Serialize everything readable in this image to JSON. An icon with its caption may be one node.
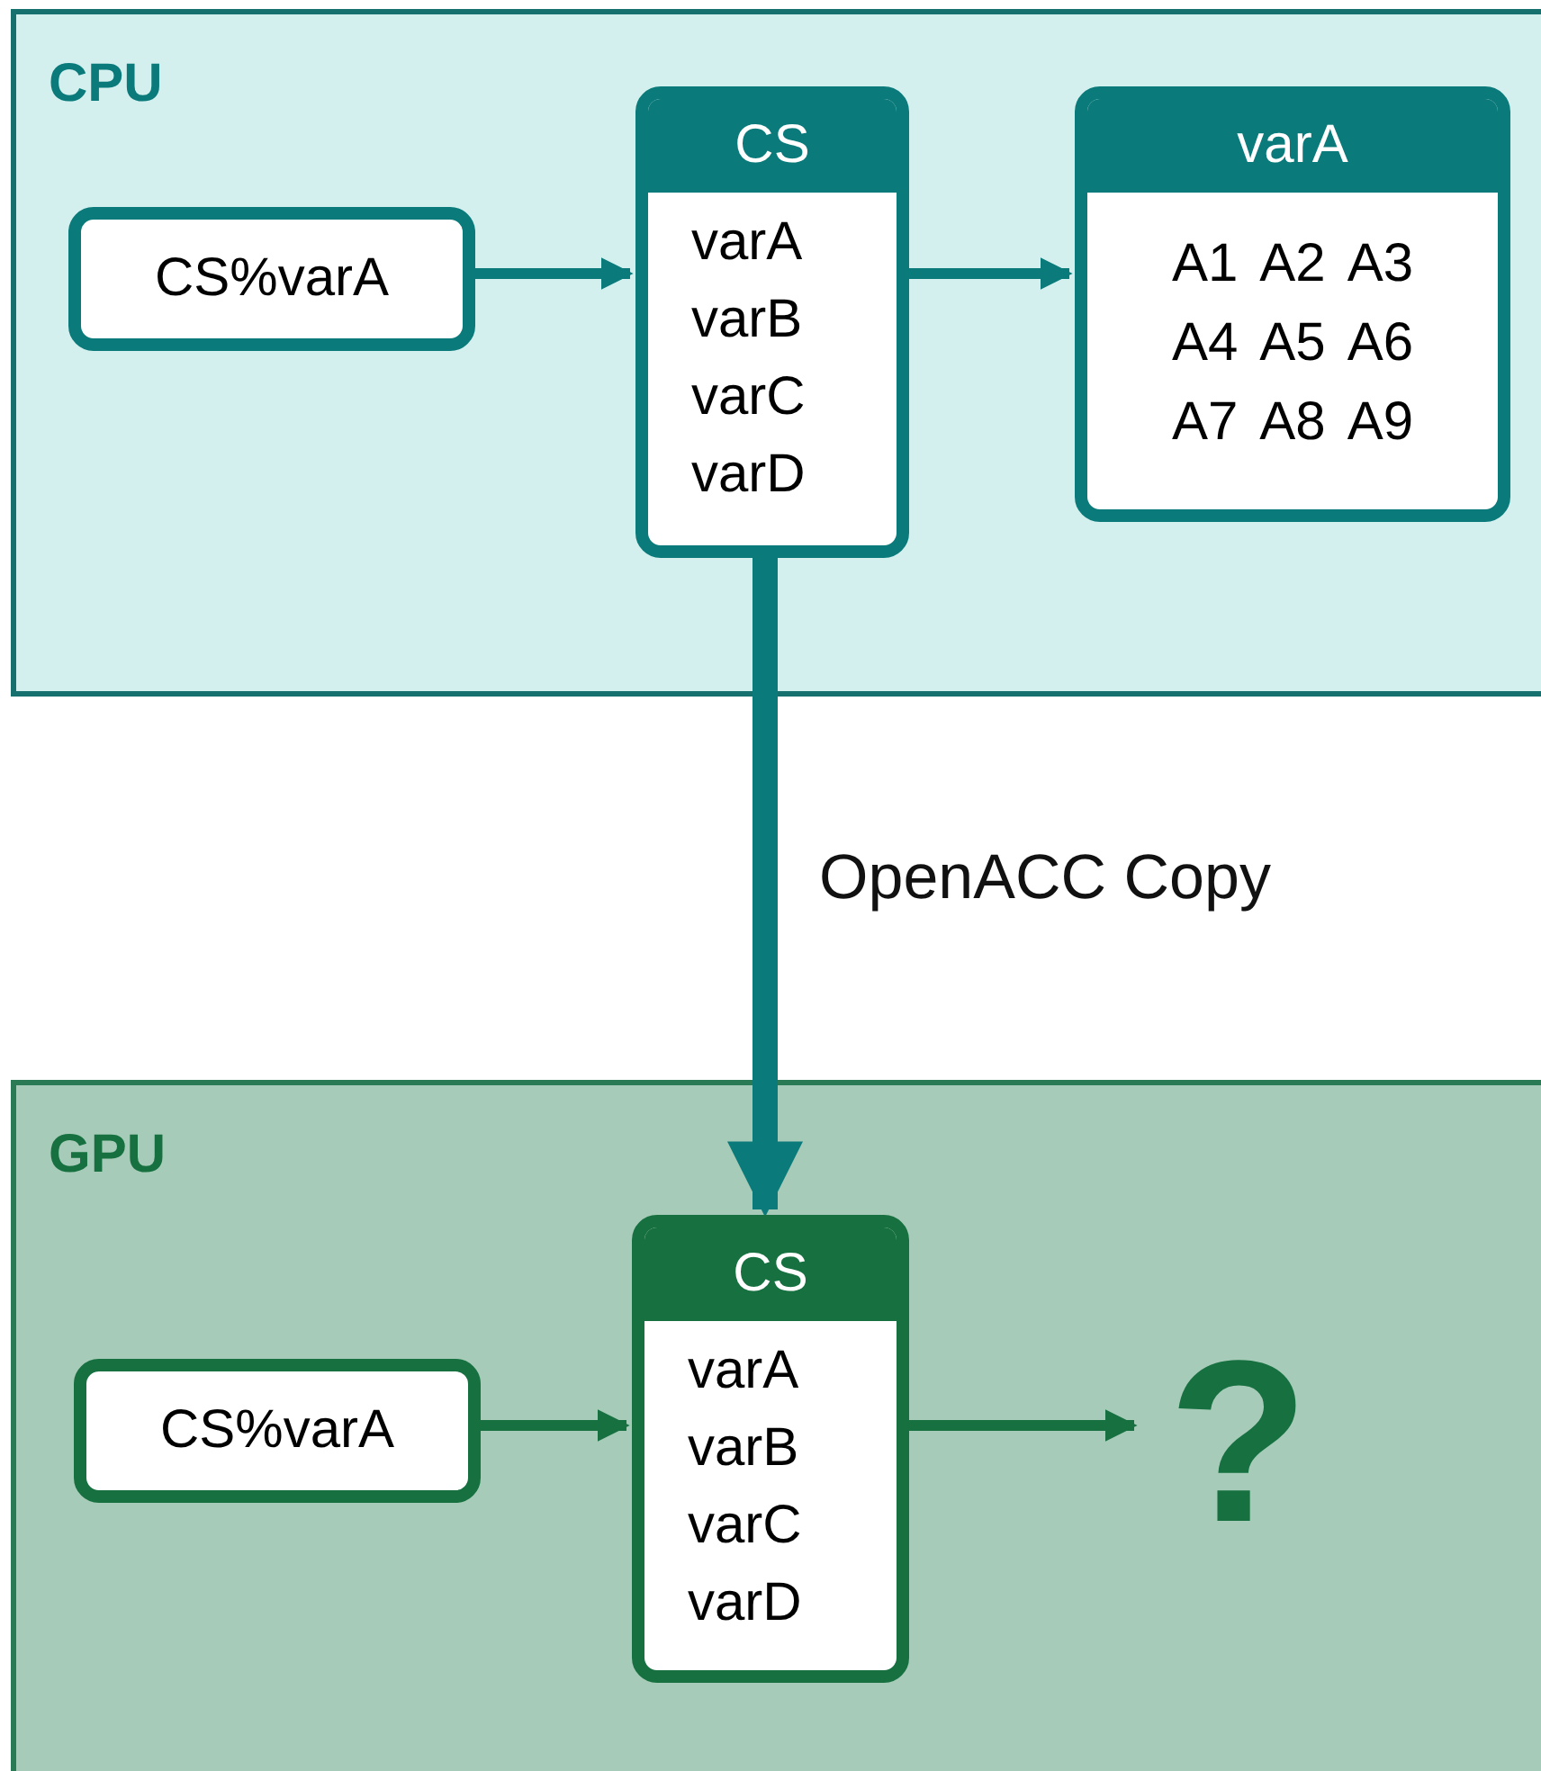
{
  "diagram": {
    "nodes": [
      {
        "text": [
          "CPU"
        ]
      },
      {
        "text": [
          "CS%varA"
        ],
        "in": 0
      },
      {
        "text": [
          "CS",
          "varA",
          "varB",
          "varC",
          "varD"
        ],
        "in": 0
      },
      {
        "text": [
          "varA",
          "A1",
          "A2",
          "A3",
          "A4",
          "A5",
          "A6",
          "A7",
          "A8",
          "A9"
        ],
        "in": 0
      },
      {
        "text": [
          "GPU"
        ]
      },
      {
        "text": [
          "CS%varA"
        ],
        "in": 4
      },
      {
        "text": [
          "CS",
          "varA",
          "varB",
          "varC",
          "varD"
        ],
        "in": 4
      },
      {
        "text": [
          "?"
        ],
        "in": 4
      }
    ],
    "edges": [
      {
        "from": 1,
        "to": 2,
        "arrow": "to"
      },
      {
        "from": 2,
        "to": 3,
        "arrow": "to"
      },
      {
        "from": 2,
        "to": 6,
        "arrow": "to",
        "label": "OpenACC Copy",
        "style": "thick"
      },
      {
        "from": 5,
        "to": 6,
        "arrow": "to",
        "color": "#16703f"
      },
      {
        "from": 6,
        "to": 7,
        "arrow": "to",
        "color": "#16703f"
      }
    ]
  }
}
